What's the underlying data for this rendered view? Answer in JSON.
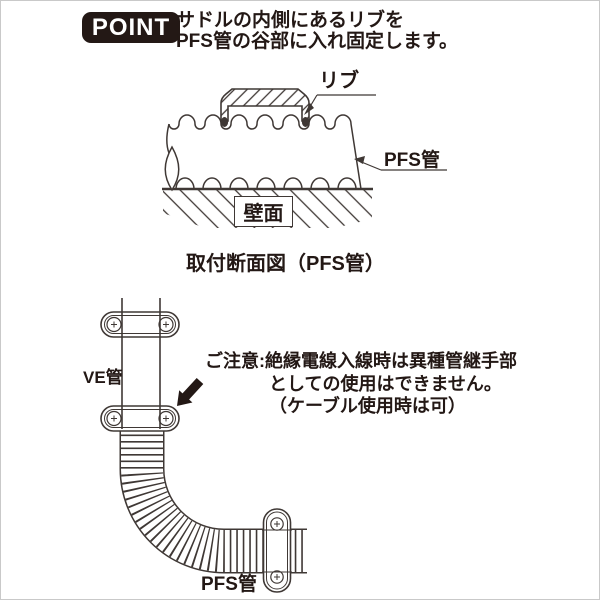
{
  "point_badge": {
    "label": "POINT"
  },
  "intro": {
    "line1": "サドルの内側にあるリブを",
    "line2": "PFS管の谷部に入れ固定します。"
  },
  "diagram_cross_section": {
    "label_rib": "リブ",
    "label_pipe": "PFS管",
    "label_wall": "壁面",
    "caption": "取付断面図（PFS管）"
  },
  "diagram_joint": {
    "label_ve_pipe": "VE管",
    "label_pfs_pipe": "PFS管",
    "notice_line1": "ご注意:絶縁電線入線時は異種管継手部",
    "notice_line2": "としての使用はできません。",
    "notice_line3": "（ケーブル使用時は可）"
  },
  "colors": {
    "ink": "#231815",
    "line_art": "#3f3835",
    "badge_background": "#231815",
    "badge_text": "#ffffff",
    "page_border": "#c9c9c9"
  }
}
